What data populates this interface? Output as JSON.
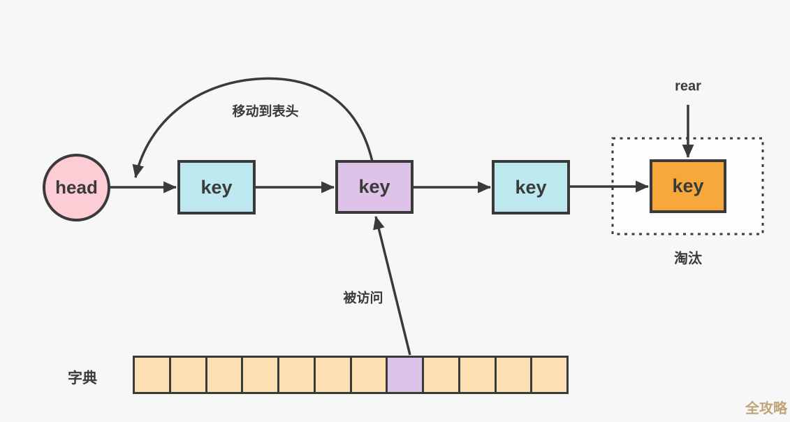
{
  "colors": {
    "background": "#f7f7f7",
    "line": "#3a3a3a",
    "node_cyan": "#bde8f0",
    "node_purple": "#dfc2e8",
    "node_orange": "#f7a83c",
    "node_pink": "#fccdd5",
    "dict_cell": "#fcdfb2",
    "dict_cell_highlight": "#dcc4e8",
    "dotted_box_fill": "#fdfdfd",
    "watermark": "#bfa47c"
  },
  "nodes": {
    "head": "head",
    "keys": [
      "key",
      "key",
      "key",
      "key"
    ]
  },
  "labels": {
    "move_to_head": "移动到表头",
    "rear": "rear",
    "evicted": "淘汰",
    "accessed": "被访问",
    "dictionary": "字典"
  },
  "dict_array": {
    "cell_count": 12,
    "highlighted_index": 7
  },
  "watermark": "全攻略"
}
